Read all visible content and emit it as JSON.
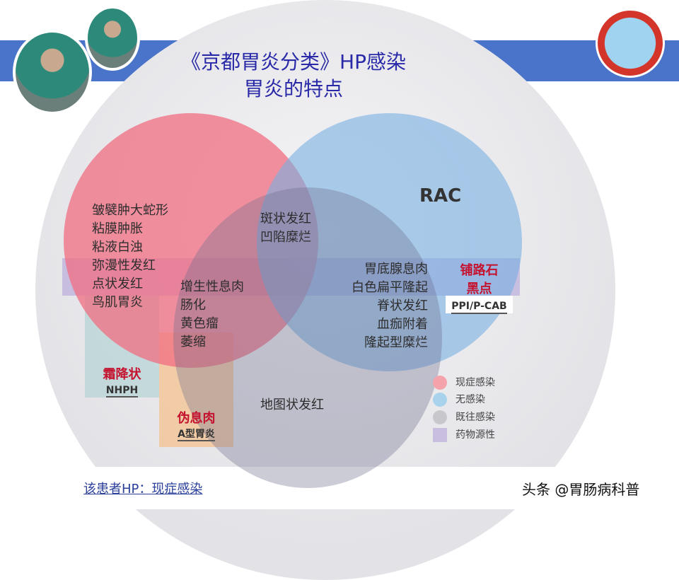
{
  "title": {
    "line1": "《京都胃炎分类》HP感染",
    "line2": "胃炎的特点"
  },
  "regions": {
    "current_only": [
      "皱襞肿大蛇形",
      "粘膜肿胀",
      "粘液白浊",
      "弥漫性发红",
      "点状发红",
      "鸟肌胃炎"
    ],
    "current_none": [
      "斑状发红",
      "凹陷糜烂"
    ],
    "current_past": [
      "增生性息肉",
      "肠化",
      "黄色瘤",
      "萎缩"
    ],
    "none_past": [
      "胃底腺息肉",
      "白色扁平隆起",
      "脊状发红",
      "血痂附着",
      "隆起型糜烂"
    ],
    "none_only": "RAC",
    "past_only": "地图状发红"
  },
  "boxes": {
    "frost": {
      "label": "霜降状",
      "sub": "NHPH"
    },
    "pseudo": {
      "label": "伪息肉",
      "sub": "A型胃炎"
    },
    "drug": {
      "label1": "铺路石",
      "label2": "黑点",
      "sub": "PPI/P-CAB"
    }
  },
  "legend": [
    {
      "label": "现症感染",
      "color": "#f4a3ab"
    },
    {
      "label": "无感染",
      "color": "#a9d2ec"
    },
    {
      "label": "既往感染",
      "color": "#c8c8cc"
    },
    {
      "label": "药物源性",
      "color": "#c9bde0"
    }
  ],
  "footer": {
    "patient": "该患者HP：现症感染",
    "watermark": "头条 @胃肠病科普"
  }
}
